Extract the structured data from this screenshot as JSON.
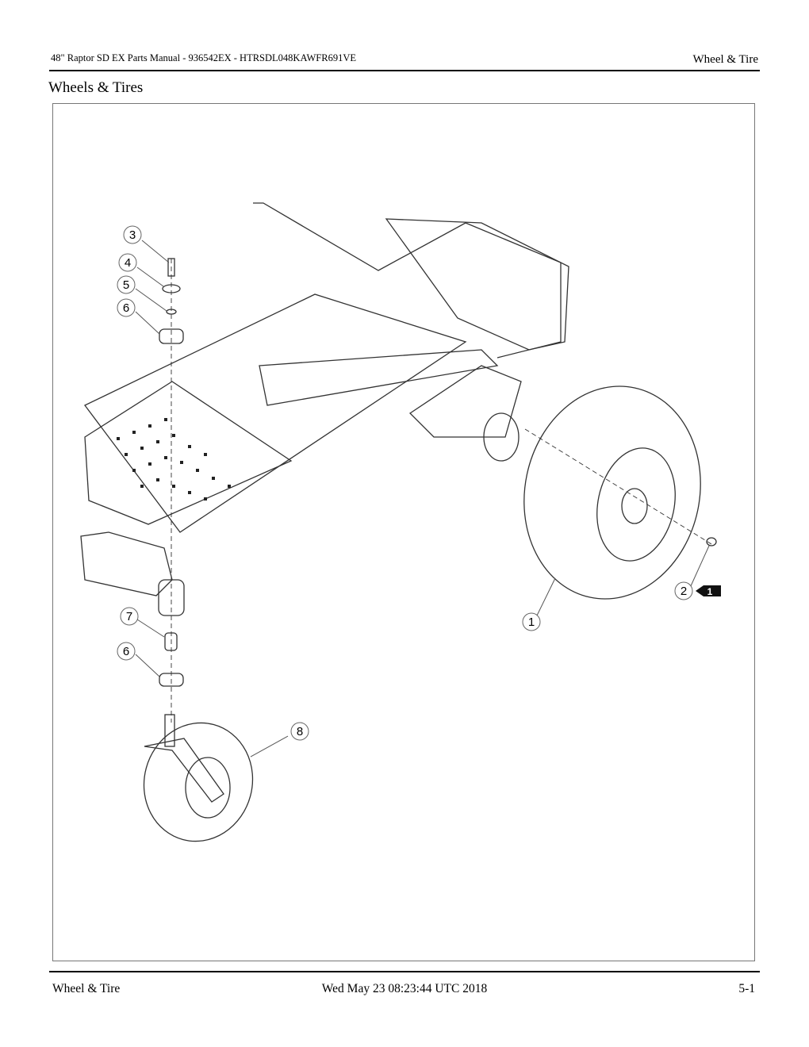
{
  "header": {
    "manual_title": "48\" Raptor SD EX Parts Manual - 936542EX - HTRSDL048KAWFR691VE",
    "section": "Wheel & Tire"
  },
  "page_title": "Wheels & Tires",
  "callouts": [
    "3",
    "4",
    "5",
    "6",
    "1",
    "2",
    "7",
    "6",
    "8"
  ],
  "note_badge": "1",
  "footer": {
    "left": "Wheel & Tire",
    "center": "Wed May 23 08:23:44 UTC 2018",
    "right": "5-1"
  }
}
